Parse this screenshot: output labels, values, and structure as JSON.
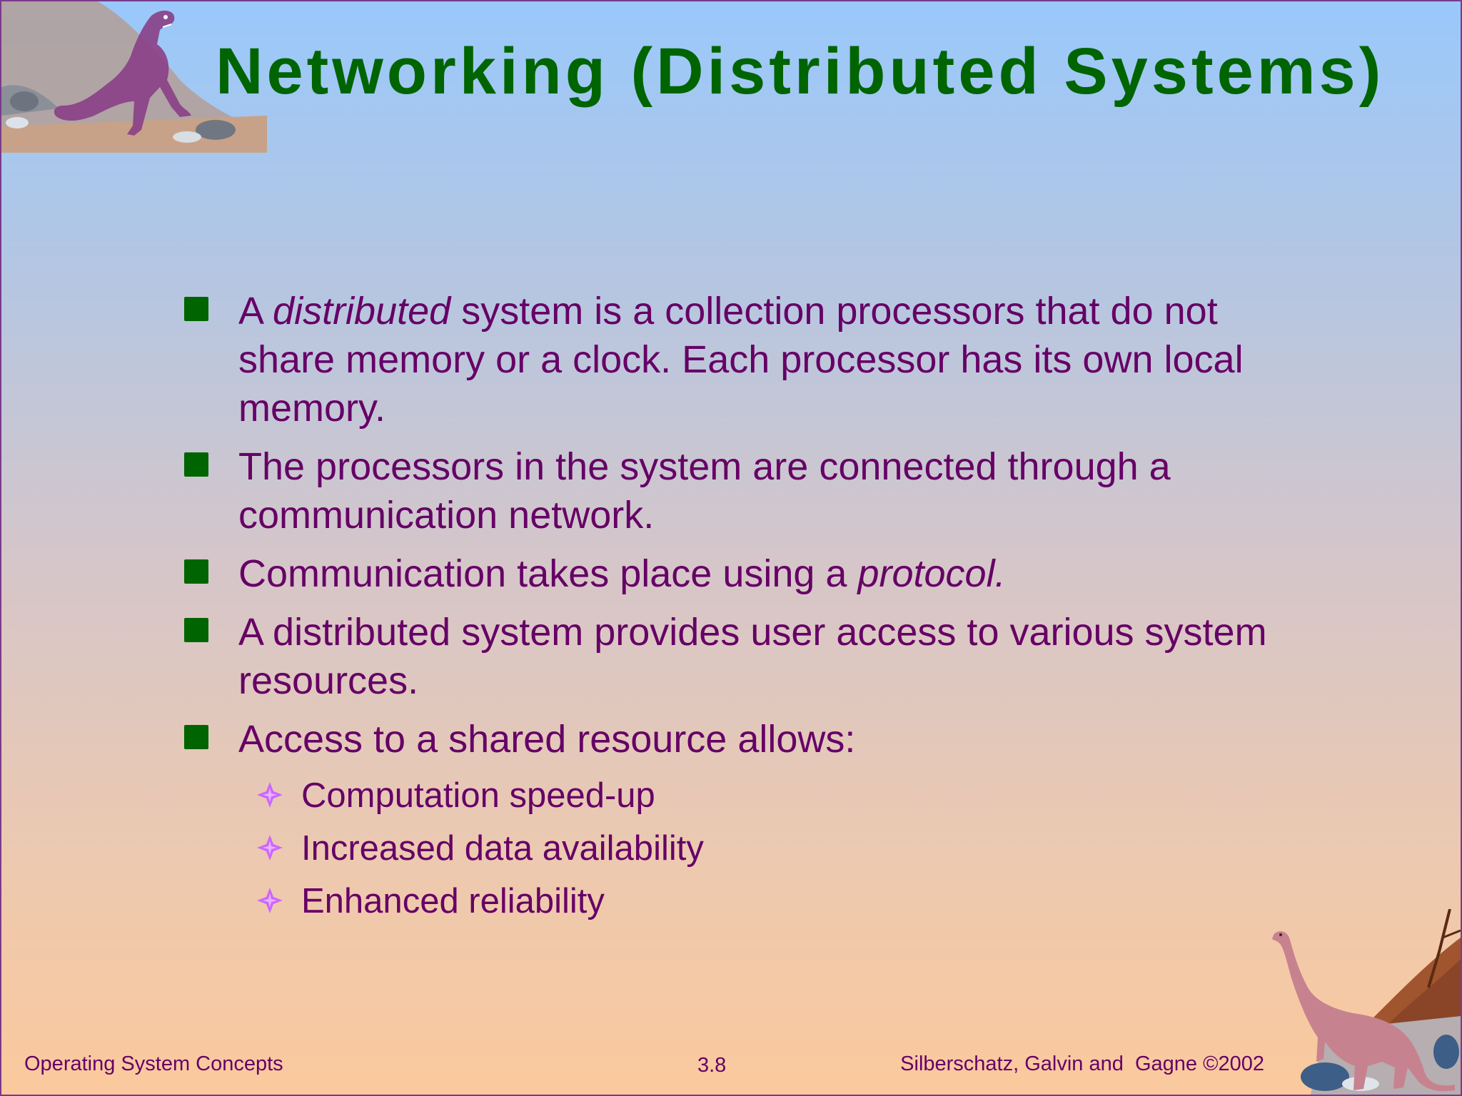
{
  "slide": {
    "title": "Networking (Distributed Systems)",
    "bullets": [
      {
        "before": "A ",
        "italic": "distributed",
        "after": " system is a collection processors that do not share memory or a clock.  Each processor has its own local memory."
      },
      {
        "text": "The processors in the system are connected through a communication network."
      },
      {
        "before": "Communication takes place using a ",
        "italic": "protocol."
      },
      {
        "text": "A distributed system provides user access to various system resources."
      },
      {
        "text": "Access to a shared resource allows:"
      }
    ],
    "subbullets": [
      "Computation speed-up",
      "Increased data availability",
      "Enhanced reliability"
    ]
  },
  "footer": {
    "left": "Operating System Concepts",
    "center": "3.8",
    "right": "Silberschatz, Galvin and  Gagne ©2002"
  },
  "colors": {
    "title": "#006400",
    "text": "#660066",
    "bullet_square": "#006400",
    "sub_bullet": "#cc66ff"
  },
  "icons": {
    "top_left": "t-rex-dinosaur-illustration",
    "bottom_right": "brontosaurus-dinosaur-illustration",
    "bullet": "square-bullet-icon",
    "sub_bullet": "four-point-star-icon"
  }
}
